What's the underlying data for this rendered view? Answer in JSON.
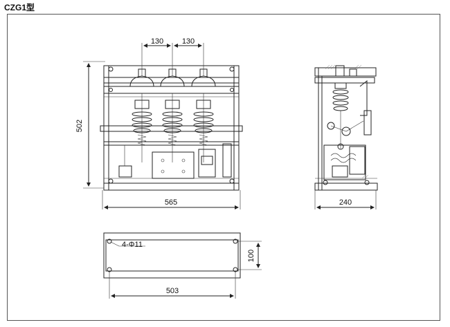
{
  "title": "CZG1型",
  "front_view": {
    "width_label": "565",
    "height_label": "502",
    "pitch_left_label": "130",
    "pitch_right_label": "130"
  },
  "side_view": {
    "depth_label": "240"
  },
  "base_view": {
    "width_label": "503",
    "depth_label": "100",
    "hole_label": "4-Φ11"
  }
}
